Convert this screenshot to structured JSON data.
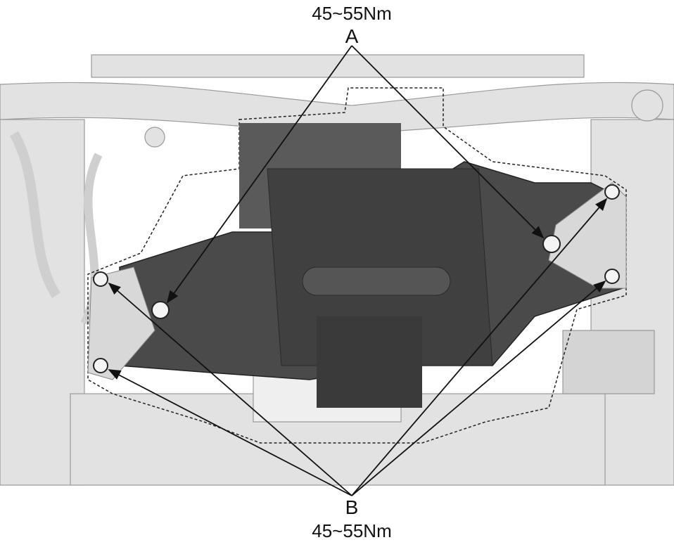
{
  "callout_a": {
    "letter": "A",
    "torque": "45~55Nm"
  },
  "callout_b": {
    "letter": "B",
    "torque": "45~55Nm"
  },
  "colors": {
    "component": "#4a4a4a",
    "background_parts": "#dcdcdc",
    "leader": "#111111"
  }
}
